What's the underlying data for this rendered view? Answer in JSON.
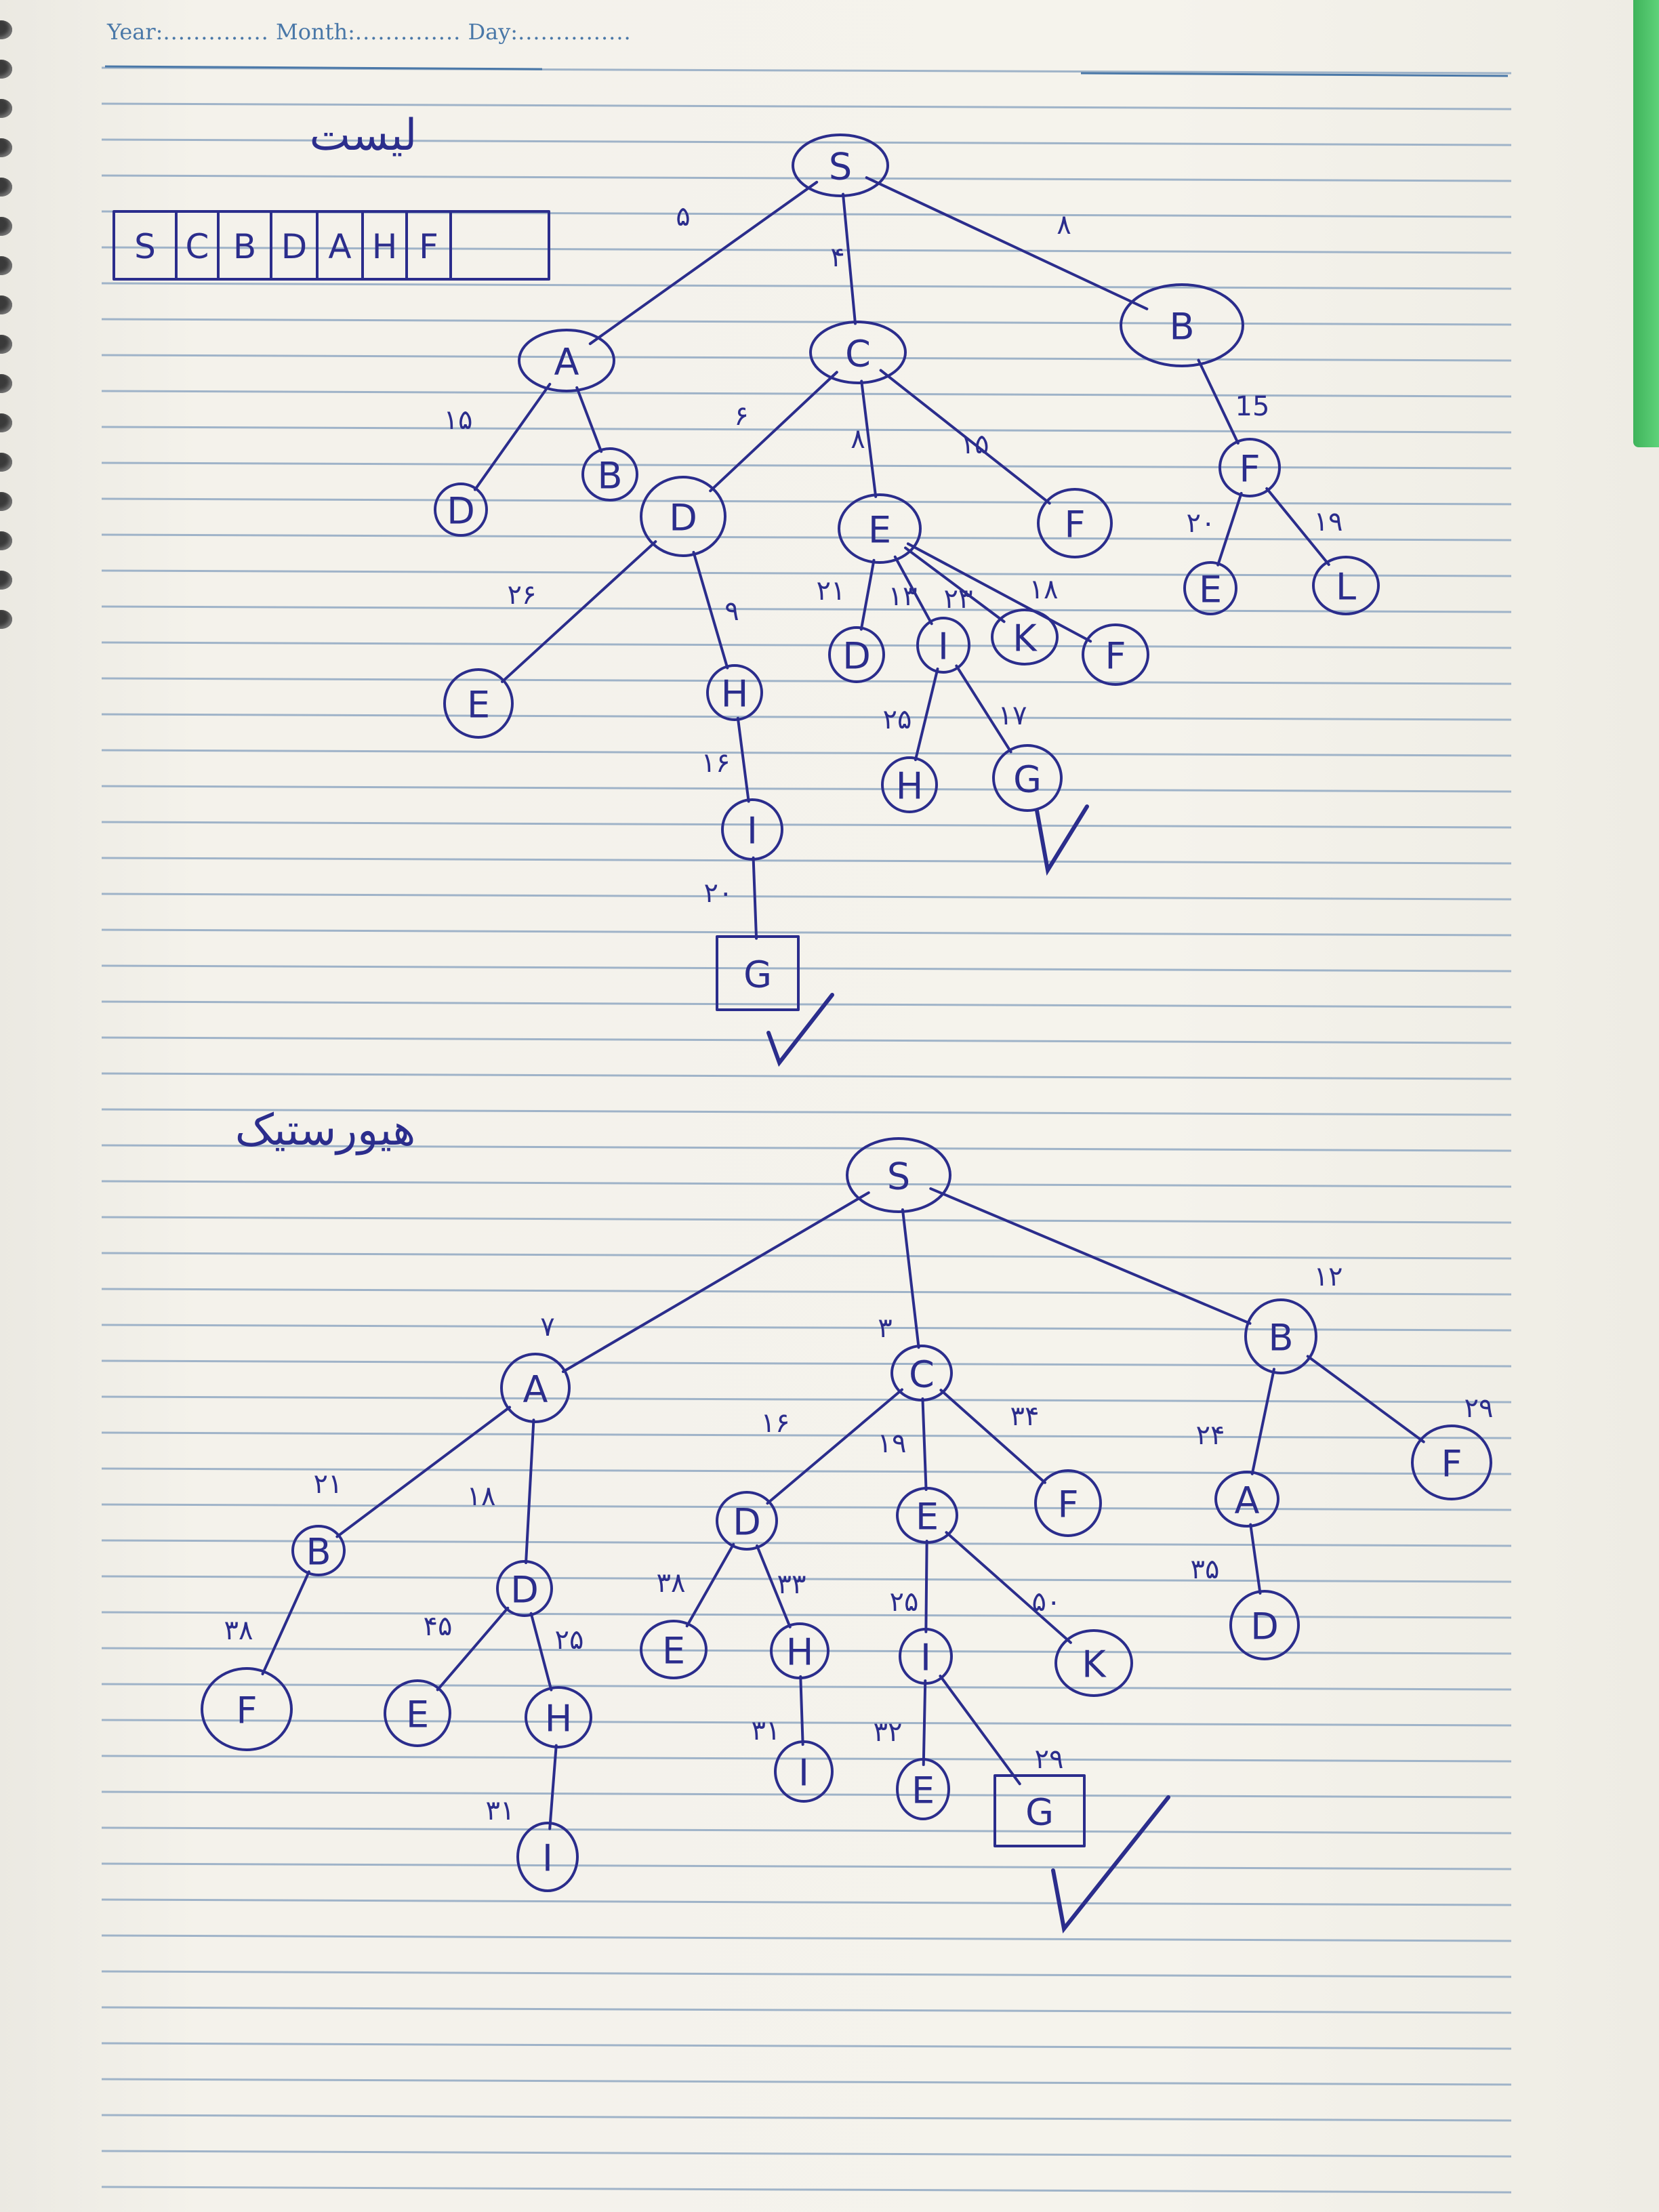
{
  "header": {
    "year_label": "Year:",
    "month_label": "Month:",
    "day_label": "Day:"
  },
  "list_title": "لیست",
  "heuristic_title": "هیورستیک",
  "list_cells": [
    "S",
    "C",
    "B",
    "D",
    "A",
    "H",
    "F",
    ""
  ],
  "tree1": {
    "nodes": [
      {
        "id": "S",
        "label": "S"
      },
      {
        "id": "A",
        "label": "A"
      },
      {
        "id": "C",
        "label": "C"
      },
      {
        "id": "B",
        "label": "B"
      },
      {
        "id": "A_D",
        "label": "D"
      },
      {
        "id": "A_B",
        "label": "B"
      },
      {
        "id": "C_D",
        "label": "D"
      },
      {
        "id": "C_E",
        "label": "E"
      },
      {
        "id": "C_F",
        "label": "F"
      },
      {
        "id": "B_F",
        "label": "F"
      },
      {
        "id": "BF_E",
        "label": "E"
      },
      {
        "id": "BF_L",
        "label": "L"
      },
      {
        "id": "D_E",
        "label": "E"
      },
      {
        "id": "D_H",
        "label": "H"
      },
      {
        "id": "H_I",
        "label": "I"
      },
      {
        "id": "I_G",
        "label": "G",
        "goal": true
      },
      {
        "id": "E_D",
        "label": "D"
      },
      {
        "id": "E_I",
        "label": "I"
      },
      {
        "id": "E_K",
        "label": "K"
      },
      {
        "id": "E_F",
        "label": "F"
      },
      {
        "id": "EI_H",
        "label": "H"
      },
      {
        "id": "EI_G",
        "label": "G"
      }
    ],
    "edges": [
      {
        "from": "S",
        "to": "A",
        "label": "۵"
      },
      {
        "from": "S",
        "to": "C",
        "label": "۴"
      },
      {
        "from": "S",
        "to": "B",
        "label": "۸"
      },
      {
        "from": "A",
        "to": "A_D",
        "label": "۱۵"
      },
      {
        "from": "A",
        "to": "A_B",
        "label": ""
      },
      {
        "from": "C",
        "to": "C_D",
        "label": "۶"
      },
      {
        "from": "C",
        "to": "C_E",
        "label": "۸"
      },
      {
        "from": "C",
        "to": "C_F",
        "label": "۱۵"
      },
      {
        "from": "B",
        "to": "B_F",
        "label": "15"
      },
      {
        "from": "B_F",
        "to": "BF_E",
        "label": "۲۰"
      },
      {
        "from": "B_F",
        "to": "BF_L",
        "label": "۱۹"
      },
      {
        "from": "C_D",
        "to": "D_E",
        "label": "۲۶"
      },
      {
        "from": "C_D",
        "to": "D_H",
        "label": "۹"
      },
      {
        "from": "D_H",
        "to": "H_I",
        "label": "۱۶"
      },
      {
        "from": "H_I",
        "to": "I_G",
        "label": "۲۰"
      },
      {
        "from": "C_E",
        "to": "E_D",
        "label": "۲۱"
      },
      {
        "from": "C_E",
        "to": "E_I",
        "label": "۱۳"
      },
      {
        "from": "C_E",
        "to": "E_K",
        "label": "۲۳"
      },
      {
        "from": "C_E",
        "to": "E_F",
        "label": "۱۸"
      },
      {
        "from": "E_I",
        "to": "EI_H",
        "label": "۲۵"
      },
      {
        "from": "E_I",
        "to": "EI_G",
        "label": "۱۷"
      }
    ]
  },
  "tree2": {
    "nodes": [
      {
        "id": "S",
        "label": "S"
      },
      {
        "id": "A",
        "label": "A"
      },
      {
        "id": "C",
        "label": "C"
      },
      {
        "id": "B",
        "label": "B"
      },
      {
        "id": "A_B",
        "label": "B"
      },
      {
        "id": "A_D",
        "label": "D"
      },
      {
        "id": "AB_F",
        "label": "F"
      },
      {
        "id": "AD_E",
        "label": "E"
      },
      {
        "id": "AD_H",
        "label": "H"
      },
      {
        "id": "ADH_I",
        "label": "I"
      },
      {
        "id": "C_D",
        "label": "D"
      },
      {
        "id": "C_E",
        "label": "E"
      },
      {
        "id": "C_F",
        "label": "F"
      },
      {
        "id": "CD_E",
        "label": "E"
      },
      {
        "id": "CD_H",
        "label": "H"
      },
      {
        "id": "CDH_I",
        "label": "I"
      },
      {
        "id": "CE_I",
        "label": "I"
      },
      {
        "id": "CE_K",
        "label": "K"
      },
      {
        "id": "CEI_E",
        "label": "E"
      },
      {
        "id": "CEI_G",
        "label": "G",
        "goal": true
      },
      {
        "id": "B_A",
        "label": "A"
      },
      {
        "id": "B_F",
        "label": "F"
      },
      {
        "id": "BA_D",
        "label": "D"
      }
    ],
    "edges": [
      {
        "from": "S",
        "to": "A",
        "label": "۷"
      },
      {
        "from": "S",
        "to": "C",
        "label": "۳"
      },
      {
        "from": "S",
        "to": "B",
        "label": "۱۲"
      },
      {
        "from": "A",
        "to": "A_B",
        "label": "۲۱"
      },
      {
        "from": "A",
        "to": "A_D",
        "label": "۱۸"
      },
      {
        "from": "A_B",
        "to": "AB_F",
        "label": "۳۸"
      },
      {
        "from": "A_D",
        "to": "AD_E",
        "label": "۴۵"
      },
      {
        "from": "A_D",
        "to": "AD_H",
        "label": "۲۵"
      },
      {
        "from": "AD_H",
        "to": "ADH_I",
        "label": "۳۱"
      },
      {
        "from": "C",
        "to": "C_D",
        "label": "۱۶"
      },
      {
        "from": "C",
        "to": "C_E",
        "label": "۱۹"
      },
      {
        "from": "C",
        "to": "C_F",
        "label": "۳۴"
      },
      {
        "from": "C_D",
        "to": "CD_E",
        "label": "۳۸"
      },
      {
        "from": "C_D",
        "to": "CD_H",
        "label": "۳۳"
      },
      {
        "from": "CD_H",
        "to": "CDH_I",
        "label": "۳۱"
      },
      {
        "from": "C_E",
        "to": "CE_I",
        "label": "۲۵"
      },
      {
        "from": "C_E",
        "to": "CE_K",
        "label": "۵۰"
      },
      {
        "from": "CE_I",
        "to": "CEI_E",
        "label": "۳۲"
      },
      {
        "from": "CE_I",
        "to": "CEI_G",
        "label": "۲۹"
      },
      {
        "from": "B",
        "to": "B_A",
        "label": "۲۴"
      },
      {
        "from": "B",
        "to": "B_F",
        "label": "۲۹"
      },
      {
        "from": "B_A",
        "to": "BA_D",
        "label": "۳۵"
      }
    ]
  },
  "colors": {
    "ink": "#2b2d8c",
    "ruled_line": "#9fb3c8",
    "header_text": "#4a78a8",
    "paper": "#f3f1ea",
    "green_tab": "#3fb35a"
  }
}
